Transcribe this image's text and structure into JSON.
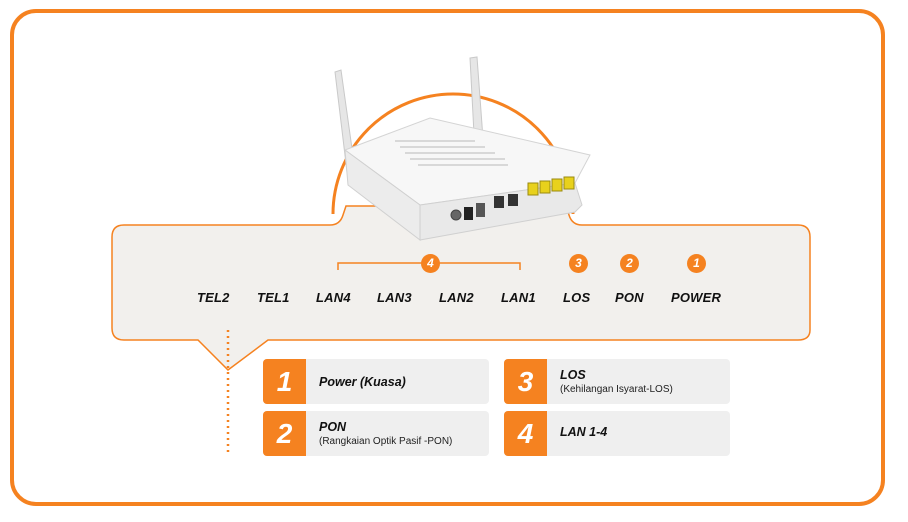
{
  "ports": [
    {
      "id": "tel2",
      "label": "TEL2"
    },
    {
      "id": "tel1",
      "label": "TEL1"
    },
    {
      "id": "lan4",
      "label": "LAN4"
    },
    {
      "id": "lan3",
      "label": "LAN3"
    },
    {
      "id": "lan2",
      "label": "LAN2"
    },
    {
      "id": "lan1",
      "label": "LAN1"
    },
    {
      "id": "los",
      "label": "LOS"
    },
    {
      "id": "pon",
      "label": "PON"
    },
    {
      "id": "power",
      "label": "POWER"
    }
  ],
  "badges": {
    "lan_group": "4",
    "los": "3",
    "pon": "2",
    "power": "1"
  },
  "legend": [
    {
      "number": "1",
      "title": "Power (Kuasa)",
      "subtitle": ""
    },
    {
      "number": "3",
      "title": "LOS",
      "subtitle": "(Kehilangan Isyarat-LOS)"
    },
    {
      "number": "2",
      "title": "PON",
      "subtitle": "(Rangkaian Optik Pasif -PON)"
    },
    {
      "number": "4",
      "title": "LAN 1-4",
      "subtitle": ""
    }
  ],
  "colors": {
    "accent": "#f58220",
    "panel": "#f2f0ed",
    "card": "#efefef",
    "port_yellow": "#e8d11c"
  }
}
